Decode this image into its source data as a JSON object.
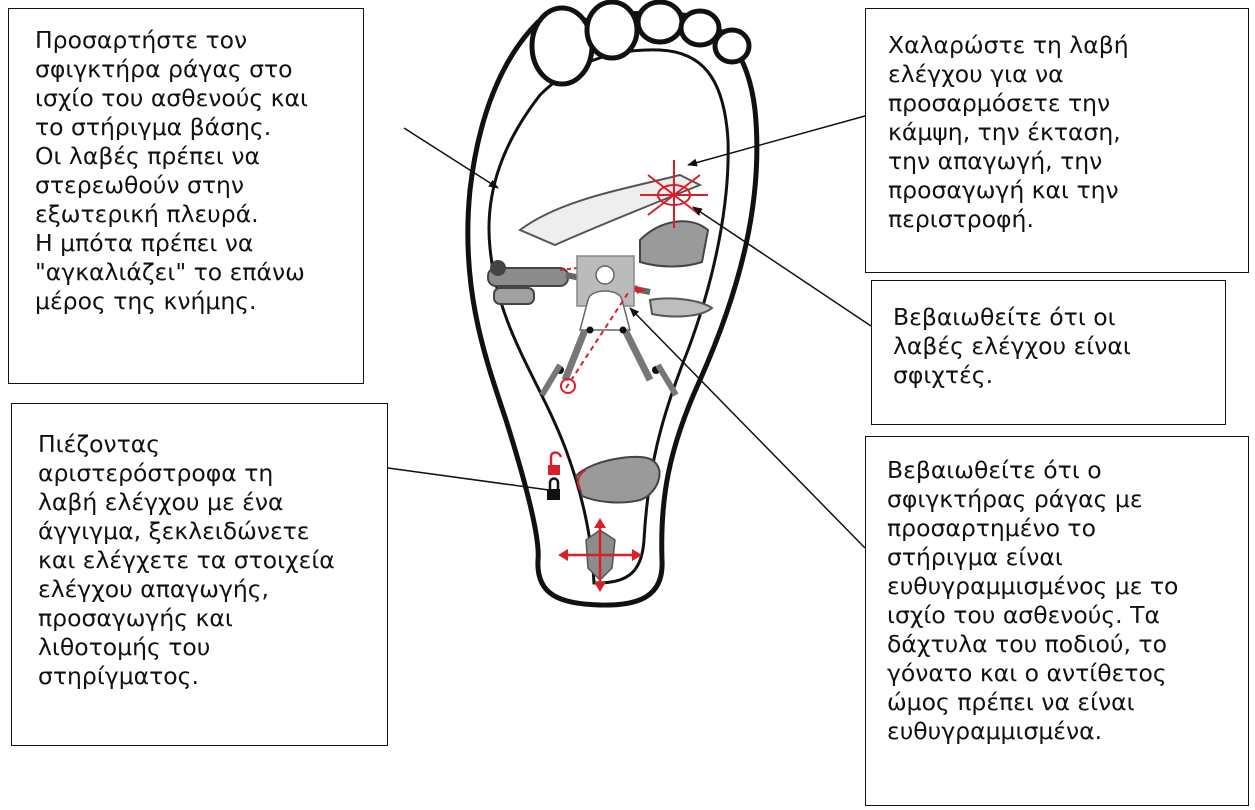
{
  "callouts": {
    "top_left": [
      "Προσαρτήστε τον",
      "σφιγκτήρα ράγας στο",
      "ισχίο του ασθενούς και",
      "το στήριγμα βάσης.",
      "Οι λαβές πρέπει να",
      "στερεωθούν στην",
      "εξωτερική πλευρά.",
      "Η μπότα πρέπει να",
      "\"αγκαλιάζει\" το επάνω",
      "μέρος της κνήμης."
    ],
    "bottom_left": [
      "Πιέζοντας",
      "αριστερόστροφα τη",
      "λαβή ελέγχου με ένα",
      "άγγιγμα, ξεκλειδώνετε",
      "και ελέγχετε τα στοιχεία",
      "ελέγχου απαγωγής,",
      "προσαγωγής και",
      "λιθοτομής του",
      "στηρίγματος."
    ],
    "top_right": [
      "Χαλαρώστε τη λαβή",
      "ελέγχου για να",
      "προσαρμόσετε την",
      "κάμψη, την έκταση,",
      "την απαγωγή, την",
      "προσαγωγή και την",
      "περιστροφή."
    ],
    "middle_right": [
      "Βεβαιωθείτε ότι οι",
      "λαβές ελέγχου είναι",
      "σφιχτές."
    ],
    "bottom_right": [
      "Βεβαιωθείτε ότι ο",
      "σφιγκτήρας ράγας με",
      "προσαρτημένο το",
      "στήριγμα είναι",
      "ευθυγραμμισμένος με το",
      "ισχίο του ασθενούς. Τα",
      "δάχτυλα του ποδιού, το",
      "γόνατο και ο αντίθετος",
      "ώμος πρέπει να είναι",
      "ευθυγραμμισμένα."
    ]
  },
  "colors": {
    "accent_red": "#d9202a",
    "icon_gray": "#8c8c8c",
    "outline": "#1a1a1a"
  }
}
